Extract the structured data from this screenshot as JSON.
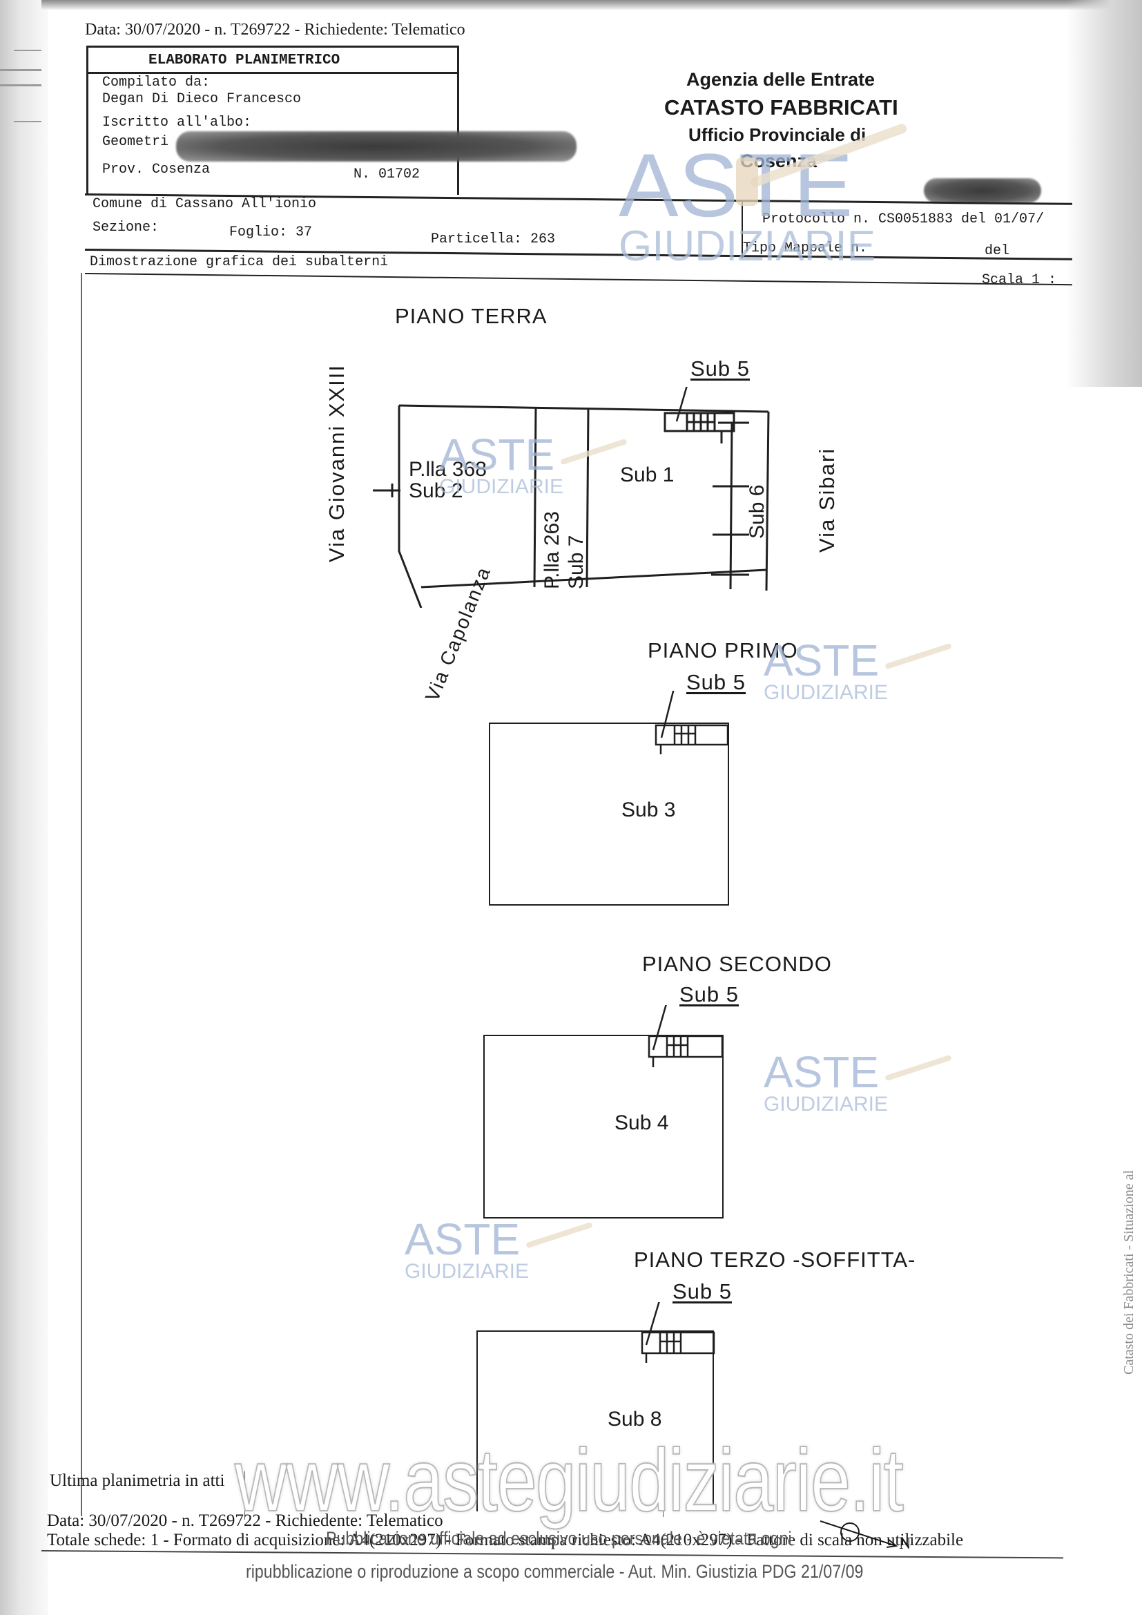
{
  "top_stamp": "Data: 30/07/2020 - n. T269722 - Richiedente: Telematico",
  "title_block": {
    "title": "ELABORATO PLANIMETRICO",
    "compilato_label": "Compilato da:",
    "compilato_name": "Degan Di Dieco Francesco",
    "iscritto_label": "Iscritto all'albo:",
    "geometri_label": "Geometri",
    "prov_label": "Prov. Cosenza",
    "number": "N. 01702"
  },
  "agency": {
    "line1": "Agenzia delle Entrate",
    "line2": "CATASTO FABBRICATI",
    "line3": "Ufficio Provinciale di",
    "line4": "Cosenza"
  },
  "location": {
    "comune": "Comune di Cassano All'ionio",
    "sezione": "Sezione:",
    "foglio": "Foglio: 37",
    "particella": "Particella: 263",
    "protocollo": "Protocollo n. CS0051883 del 01/07/",
    "tipo_mappale": "Tipo Mappale n.",
    "tipo_del": "del",
    "dimostrazione": "Dimostrazione grafica dei subalterni",
    "scala": "Scala 1 :"
  },
  "streets": {
    "giovanni": "Via Giovanni XXIII",
    "capolanza": "Via Capolanza",
    "sibari": "Via Sibari"
  },
  "floors": [
    {
      "title": "PIANO TERRA",
      "stair_label": "Sub 5",
      "rooms": {
        "pllas368_a": "P.lla 368",
        "pllas368_b": "Sub 2",
        "plla263_a": "P.lla 263",
        "plla263_b": "Sub 7",
        "sub1": "Sub 1",
        "sub6": "Sub 6"
      }
    },
    {
      "title": "PIANO PRIMO",
      "stair_label": "Sub 5",
      "room": "Sub 3"
    },
    {
      "title": "PIANO SECONDO",
      "stair_label": "Sub 5",
      "room": "Sub 4"
    },
    {
      "title": "PIANO TERZO -SOFFITTA-",
      "stair_label": "Sub 5",
      "room": "Sub 8"
    }
  ],
  "footer": {
    "ultima": "Ultima planimetria in atti",
    "data": "Data: 30/07/2020 - n. T269722 - Richiedente: Telematico",
    "totale": "Totale schede: 1 - Formato di acquisizione: A4(210x297) - Formato stampa richiesto: A4(210x297) - Fattore di scala non utilizzabile",
    "north": "N",
    "notice_line1": "Pubblicazione ufficiale ad esclusivo uso personale - è vietata ogni",
    "notice_line2": "ripubblicazione o riproduzione a scopo commerciale - Aut. Min. Giustizia PDG 21/07/09",
    "side_text_1": "Catasto dei Fabbricati - Situazione al",
    "side_text_2": "Situazione al"
  },
  "watermarks": {
    "aste": "ASTE",
    "giudiziarie": "GIUDIZIARIE",
    "site": "www.astegiudiziarie.it"
  },
  "colors": {
    "watermark_blue": "#9fb4d4",
    "gavel_tan": "#e8d9c0",
    "ink": "#1a1a1a"
  }
}
